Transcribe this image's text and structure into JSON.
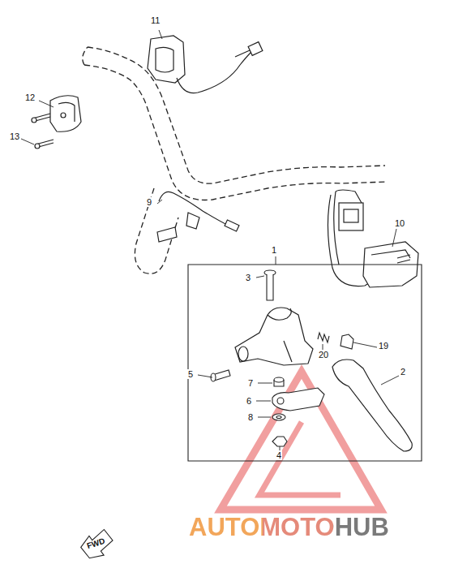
{
  "diagram": {
    "labels": [
      "11",
      "12",
      "13",
      "9",
      "10",
      "1",
      "3",
      "19",
      "20",
      "2",
      "5",
      "7",
      "6",
      "8",
      "4",
      "FWD",
      "AUTOMOTOHUB"
    ]
  }
}
